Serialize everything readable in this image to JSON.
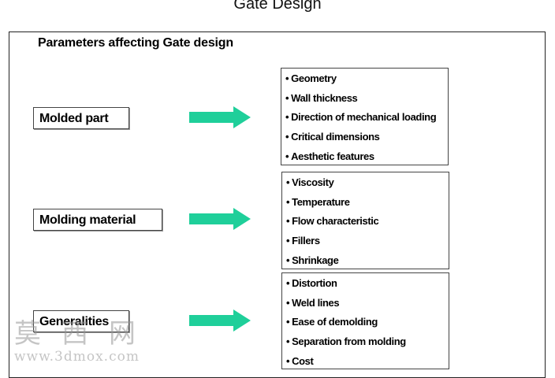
{
  "page": {
    "title": "Gate Design",
    "heading": "Parameters affecting Gate design"
  },
  "colors": {
    "arrow": "#1fcf9a"
  },
  "groups": [
    {
      "label": "Molded part",
      "items": [
        "Geometry",
        "Wall thickness",
        "Direction of mechanical loading",
        "Critical dimensions",
        "Aesthetic features"
      ]
    },
    {
      "label": "Molding material",
      "items": [
        "Viscosity",
        "Temperature",
        "Flow characteristic",
        "Fillers",
        "Shrinkage"
      ]
    },
    {
      "label": "Generalities",
      "items": [
        "Distortion",
        "Weld lines",
        "Ease of demolding",
        "Separation from molding",
        "Cost"
      ]
    }
  ],
  "watermark": {
    "chinese": "莫西网",
    "url": "www.3dmox.com"
  }
}
